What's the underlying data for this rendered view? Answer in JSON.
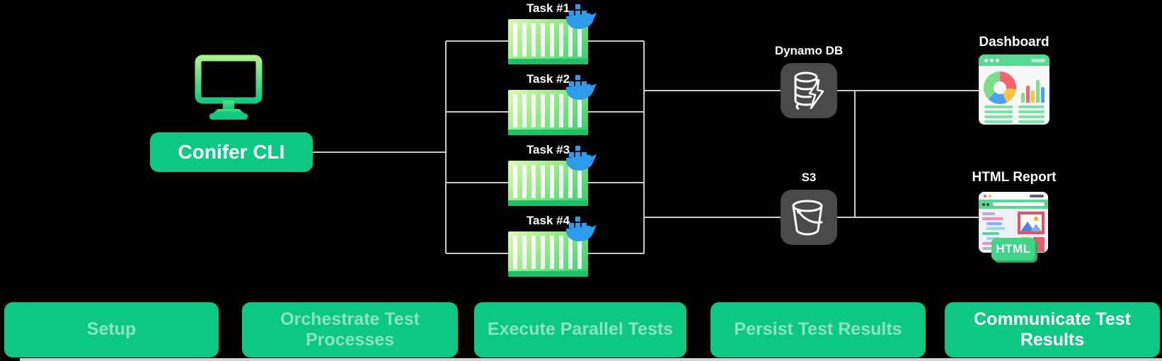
{
  "diagram": {
    "cli_label": "Conifer CLI",
    "tasks": [
      {
        "label": "Task #1"
      },
      {
        "label": "Task #2"
      },
      {
        "label": "Task #3"
      },
      {
        "label": "Task #4"
      }
    ],
    "dynamodb_label": "Dynamo DB",
    "s3_label": "S3",
    "dashboard_label": "Dashboard",
    "html_report_label": "HTML Report",
    "html_badge": "HTML"
  },
  "steps": [
    {
      "label": "Setup",
      "active": false
    },
    {
      "label": "Orchestrate Test Processes",
      "active": false
    },
    {
      "label": "Execute Parallel Tests",
      "active": false
    },
    {
      "label": "Persist Test Results",
      "active": false
    },
    {
      "label": "Communicate Test Results",
      "active": true
    }
  ],
  "colors": {
    "accent_green": "#0cc884",
    "container_green": "#2ccd70",
    "docker_blue": "#2e9ced",
    "service_gray": "#4a4a4a",
    "line_gray": "#c9c9c9",
    "step_text_muted": "#8ae4bd",
    "step_text_active": "#ffffff"
  }
}
